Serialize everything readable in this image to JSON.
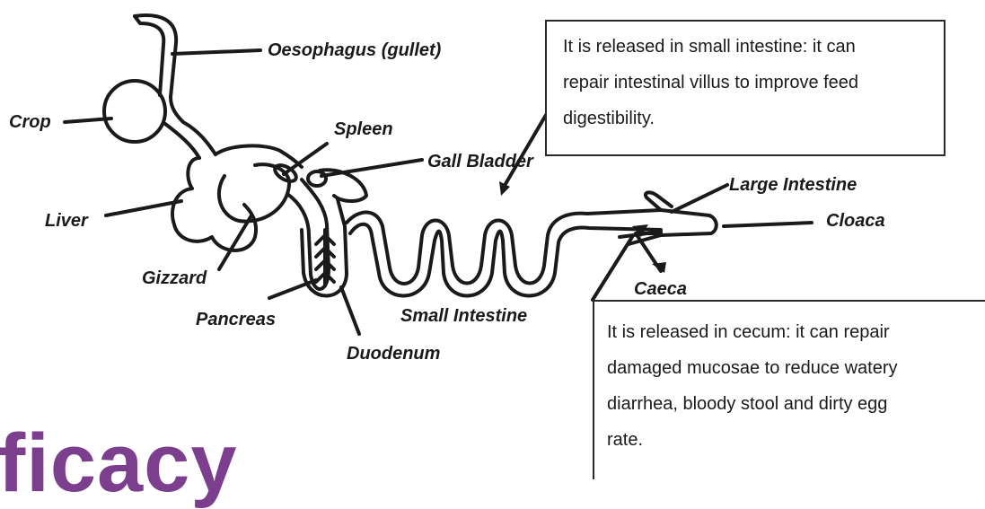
{
  "labels": {
    "oesophagus": "Oesophagus (gullet)",
    "crop": "Crop",
    "spleen": "Spleen",
    "gall_bladder": "Gall Bladder",
    "liver": "Liver",
    "gizzard": "Gizzard",
    "pancreas": "Pancreas",
    "duodenum": "Duodenum",
    "small_intestine": "Small Intestine",
    "large_intestine": "Large Intestine",
    "cloaca": "Cloaca",
    "caeca": "Caeca"
  },
  "notes": {
    "small_intestine": [
      "It is released in small intestine: it can",
      "repair intestinal villus to improve feed",
      "digestibility."
    ],
    "cecum": [
      "It is released in cecum: it can repair",
      "damaged mucosae to reduce watery",
      "diarrhea, bloody stool and dirty egg",
      "rate."
    ]
  },
  "brand": "fficacy",
  "colors": {
    "ink": "#1a1a1a",
    "brand": "#7b3f8e"
  }
}
